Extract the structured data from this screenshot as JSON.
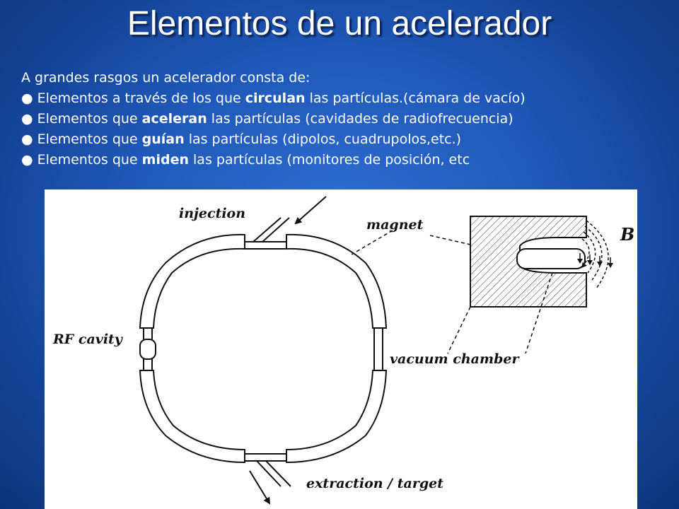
{
  "slide": {
    "title": "Elementos de un acelerador"
  },
  "intro": "A grandes rasgos un acelerador consta de:",
  "bullet_symbol": "●",
  "bullets": [
    {
      "pre": "Elementos a través de los que ",
      "em": "circulan",
      "post": " las partículas.(cámara de vacío)"
    },
    {
      "pre": "Elementos que ",
      "em": "aceleran",
      "post": " las partículas (cavidades de radiofrecuencia)"
    },
    {
      "pre": "Elementos que ",
      "em": "guían",
      "post": " las partículas (dipolos, cuadrupolos,etc.)"
    },
    {
      "pre": "Elementos que ",
      "em": "miden",
      "post": " las partículas (monitores de posición, etc"
    }
  ],
  "diagram": {
    "labels": {
      "injection": "injection",
      "magnet": "magnet",
      "b_field": "B",
      "rf_cavity": "RF cavity",
      "vacuum_chamber": "vacuum chamber",
      "extraction": "extraction / target"
    }
  },
  "colors": {
    "background": "#1f58b8",
    "text": "#ffffff",
    "figure_bg": "#ffffff",
    "line": "#111111"
  }
}
